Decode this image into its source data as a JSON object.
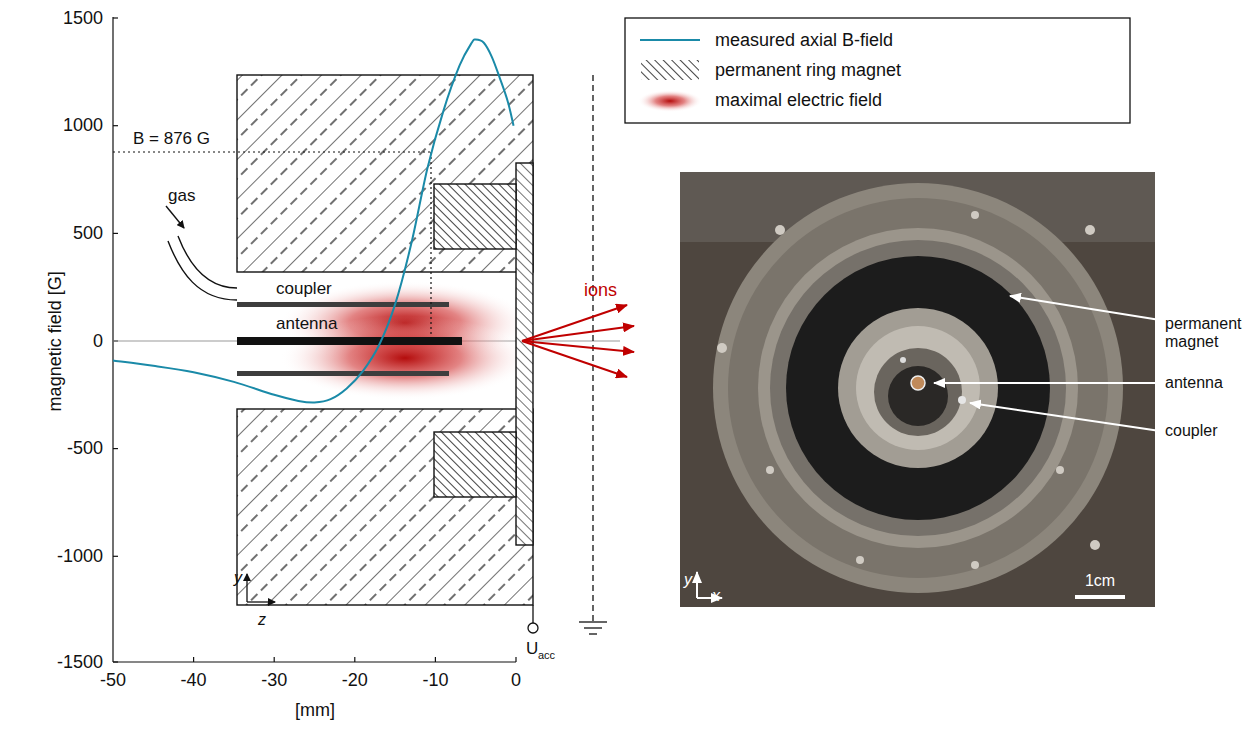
{
  "diagram": {
    "labels": [
      "1500",
      "1000",
      "500",
      "0",
      "-500",
      "-1000",
      "-1500",
      "magnetic field [G]",
      "-50",
      "-40",
      "-30",
      "-20",
      "-10",
      "0",
      "[mm]",
      "B = 876 G",
      "gas",
      "coupler",
      "antenna",
      "ions",
      "U",
      "acc",
      "y",
      "z",
      "permanent magnet",
      "antenna",
      "coupler",
      "y",
      "x",
      "1cm"
    ],
    "legend": [
      {
        "text": "measured axial B-field"
      },
      {
        "text": "permanent ring magnet"
      },
      {
        "text": "maximal electric field"
      }
    ]
  }
}
